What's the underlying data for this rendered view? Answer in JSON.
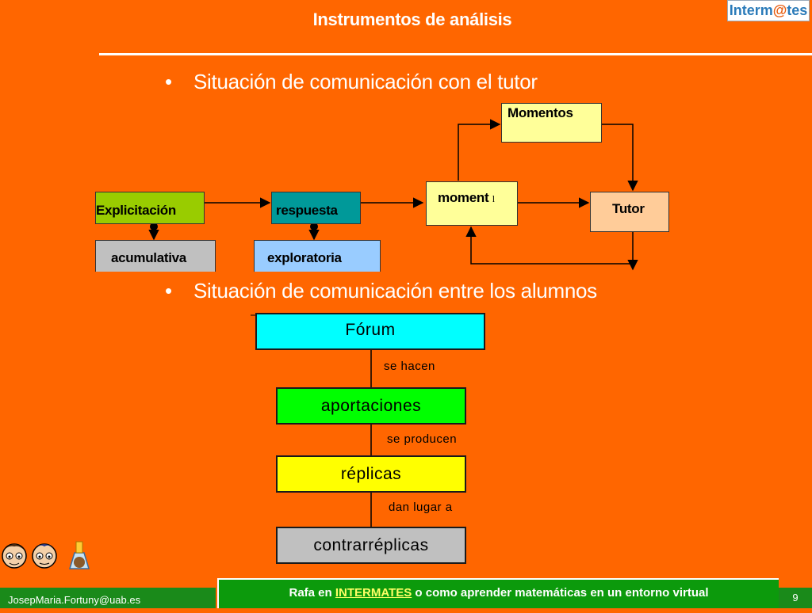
{
  "header": {
    "title": "Instrumentos de análisis",
    "logo_prefix": "Interm",
    "logo_at": "@",
    "logo_suffix": "tes"
  },
  "bullets": [
    {
      "marker": "•",
      "text": "Situación de comunicación con el tutor"
    },
    {
      "marker": "•",
      "text": "Situación de comunicación entre los alumnos"
    }
  ],
  "tutor_diagram": {
    "nodes": {
      "momentos": "Momentos",
      "explicitacion": "Explicitación",
      "respuesta": "respuesta",
      "moment": "moment",
      "moment_sub": "l",
      "tutor": "Tutor",
      "acumulativa": "acumulativa",
      "exploratoria": "exploratoria"
    }
  },
  "forum_diagram": {
    "nodes": [
      "Fórum",
      "aportaciones",
      "réplicas",
      "contrarréplicas"
    ],
    "edges": [
      "se hacen",
      "se producen",
      "dan lugar a"
    ]
  },
  "colors": {
    "background": "#ff6600",
    "explicitacion": "#99cc00",
    "respuesta": "#009999",
    "moment": "#ffff99",
    "momentos": "#ffff99",
    "tutor": "#ffcc99",
    "acumulativa": "#c0c0c0",
    "exploratoria": "#99ccff",
    "forum": "#00ffff",
    "aportaciones": "#00ff00",
    "replicas": "#ffff00",
    "contrarreplicas": "#c0c0c0",
    "footer": "#0c9a0c"
  },
  "footer": {
    "email": "JosepMaria.Fortuny@uab.es",
    "text_prefix": "Rafa en ",
    "text_link": "INTERMATES",
    "text_suffix": " o como aprender matemáticas en un entorno virtual",
    "page_number": "9"
  },
  "icons": [
    "cartoon-faces-icon",
    "cartoon-mascot-icon"
  ]
}
